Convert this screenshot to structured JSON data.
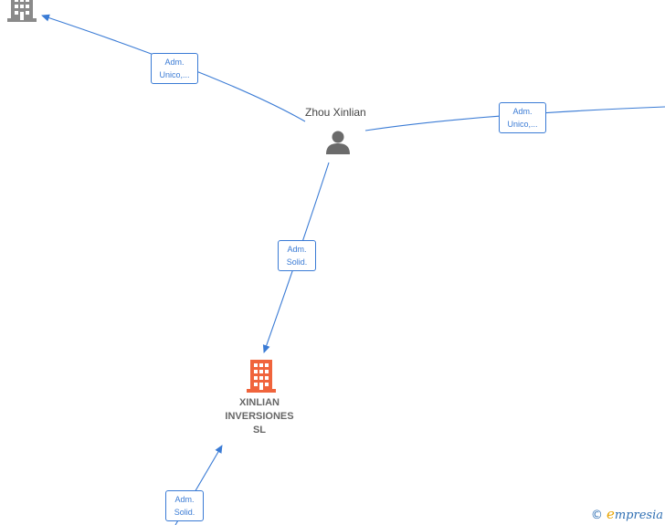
{
  "nodes": {
    "person": {
      "name": "Zhou Xinlian"
    },
    "main_company": {
      "lines": [
        "XINLIAN",
        "INVERSIONES",
        "SL"
      ]
    }
  },
  "edges": {
    "to_top_left": [
      "Adm.",
      "Unico,..."
    ],
    "to_right": [
      "Adm.",
      "Unico,..."
    ],
    "to_main": [
      "Adm.",
      "Solid."
    ],
    "from_bottom": [
      "Adm.",
      "Solid."
    ]
  },
  "colors": {
    "edge": "#3a7bd5",
    "company_main": "#f0643c",
    "company_other": "#8a8a8a",
    "person": "#6b6b6b"
  },
  "watermark": {
    "symbol": "©",
    "initial": "e",
    "rest": "mpresia"
  }
}
